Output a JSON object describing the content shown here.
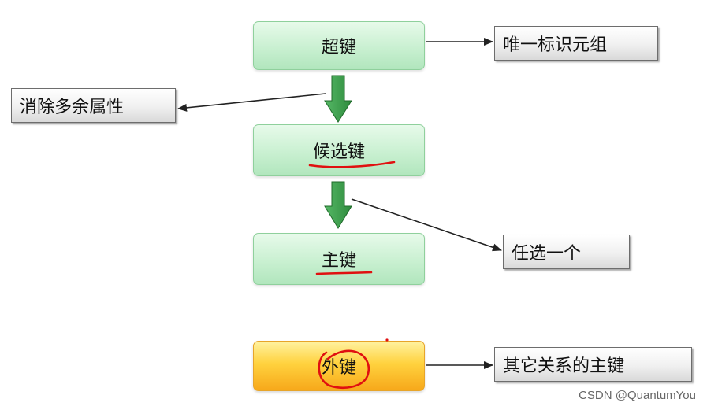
{
  "nodes": {
    "super_key": "超键",
    "candidate_key": "候选键",
    "primary_key": "主键",
    "foreign_key": "外键"
  },
  "tags": {
    "unique_tuple": "唯一标识元组",
    "remove_redundant": "消除多余属性",
    "choose_one": "任选一个",
    "other_relation_pk": "其它关系的主键"
  },
  "watermark": "CSDN @QuantumYou",
  "colors": {
    "node_fill": "#c9f0d1",
    "foreign_fill": "#ffd23e",
    "down_arrow": "#2e8b3d",
    "pen_red": "#e01010"
  }
}
